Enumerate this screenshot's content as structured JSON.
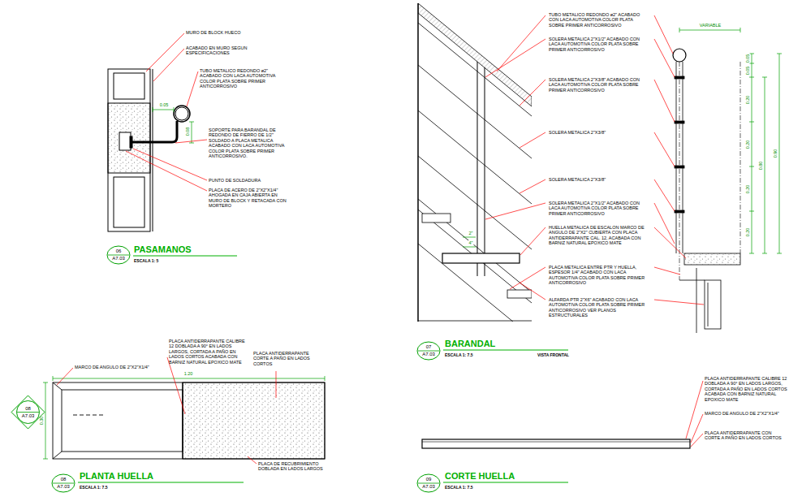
{
  "diagram": {
    "nodes": [
      {
        "text": [
          "06",
          "A7.03"
        ]
      },
      {
        "text": [
          "07",
          "A7.03"
        ]
      },
      {
        "text": [
          "08",
          "A7.03"
        ]
      },
      {
        "text": [
          "08",
          "A7.03"
        ]
      },
      {
        "text": [
          "09",
          "A7.03"
        ]
      }
    ],
    "labels": [
      "MURO DE BLOCK HUECO",
      "ACABADO EN MURO SEGUN ESPECIFICACIONES",
      "TUBO METALICO REDONDO ø2\" ACABADO CON LACA AUTOMOTIVA COLOR PLATA SOBRE PRIMER ANTICORROSIVO",
      "0.05",
      "0.08",
      "SOPORTE PARA BARANDAL DE REDONDO DE FIERRO DE 1/2\" SOLDADO A PLACA METALICA ACABADO CON LACA AUTOMOTIVA COLOR PLATA SOBRE PRIMER ANTICORROSIVO.",
      "PUNTO DE SOLDADURA",
      "PLACA DE ACERO DE 2\"X2\"X1/4\" AHOGADA EN CAJA ABIERTA EN MURO DE BLOCK Y RETACADA CON MORTERO",
      "PASAMANOS",
      "ESCALA 1: 5",
      "TUBO METALICO REDONDO ø2\" ACABADO CON LACA AUTOMOTIVA COLOR PLATA SOBRE PRIMER ANTICORROSIVO",
      "SOLERA METALICA 2\"X1/2\" ACABADO CON LACA AUTOMOTIVA COLOR PLATA SOBRE PRIMER ANTICORROSIVO",
      "SOLERA METALICA 2\"X3/8\" ACABADO CON LACA AUTOMOTIVA COLOR PLATA SOBRE PRIMER ANTICORROSIVO",
      "SOLERA METALICA 2\"X3/8\"",
      "SOLERA METALICA 2\"X3/8\"",
      "SOLERA METALICA 2\"X1/2\" ACABADO CON LACA AUTOMOTIVA COLOR PLATA SOBRE PRIMER ANTICORROSIVO",
      "HUELLA METALICA DE ESCALON MARCO DE ANGULO DE 2\"X2\" CUBIERTA CON PLACA ANTIDERRAPANTE CAL. 12, ACABADA CON BARNIZ NATURAL EPOXICO MATE",
      "PLACA METALICA ENTRE PTR Y HUELLA, ESPESOR 1/4\" ACABADO CON LACA AUTOMOTIVA COLOR PLATA SOBRE PRIMER ANTICORROSIVO",
      "ALFARDA PTR 2\"X6\" ACABADO CON LACA AUTOMOTIVA COLOR PLATA SOBRE PRIMER ANTICORROSIVO VER PLANOS ESTRUCTURALES",
      "VARIABLE",
      "0.05",
      "0.05",
      "0.20",
      "0.20",
      "0.20",
      "0.20",
      "0.80",
      "0.90",
      "2\"",
      "4\"",
      "BARANDAL",
      "ESCALA 1: 7.5",
      "VISTA FRONTAL",
      "MARCO DE ANGULO DE 2\"X2\"X1/4\"",
      "PLACA ANTIDERRAPANTE CALIBRE 12 DOBLADA A 90° EN LADOS LARGOS, CORTADA A PAÑO EN LADOS CORTOS ACABADA CON BARNIZ NATURAL EPOXICO MATE",
      "PLACA ANTIDERRAPANTE CORTE A PAÑO EN LADOS CORTOS",
      "1.20",
      "0.30",
      "PLACA DE RECUBRIMIENTO DOBLADA EN LADOS LARGOS",
      "PLANTA HUELLA",
      "ESCALA 1: 7.5",
      "PLACA ANTIDERRAPANTE CALIBRE 12 DOBLADA A 90° EN LADOS LARGOS, CORTADA A PAÑO EN LADOS CORTOS ACABADA CON BARNIZ NATURAL EPOXICO MATE",
      "MARCO DE ANGULO DE 2\"X2\"X1/4\"",
      "PLACA ANTIDERRAPANTE CON CORTE A PAÑO EN LADOS CORTOS",
      "CORTE HUELLA",
      "ESCALA 1: 7.5"
    ]
  }
}
